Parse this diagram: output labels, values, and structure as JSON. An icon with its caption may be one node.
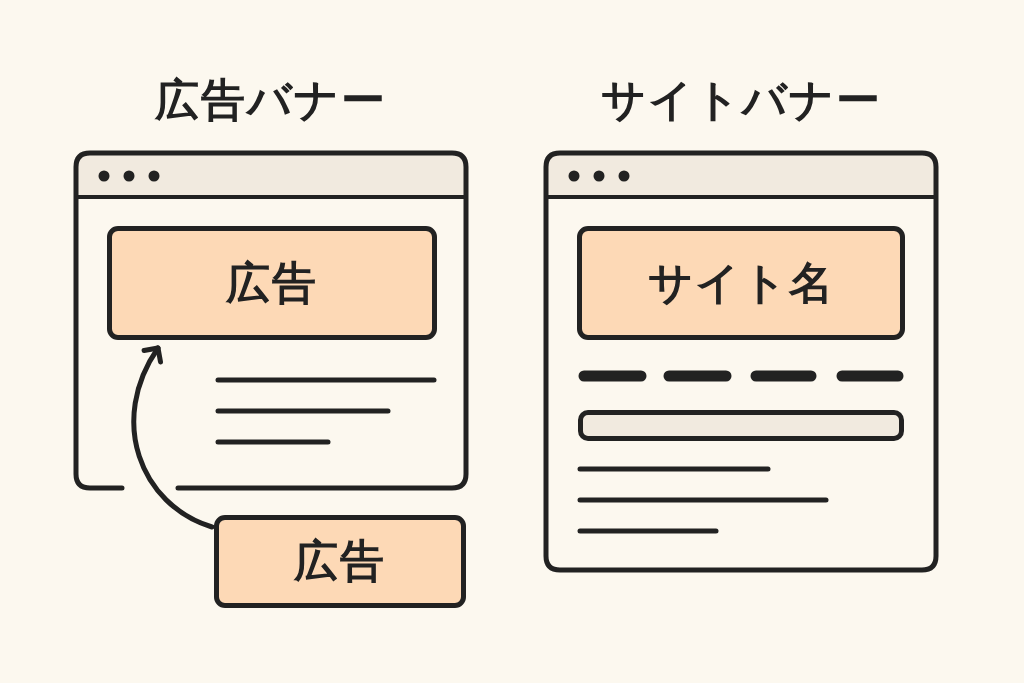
{
  "diagram": {
    "nodes": [
      {
        "text": [
          "広告バナー"
        ]
      },
      {
        "text": [
          "広告"
        ],
        "in": 0
      },
      {
        "text": [
          "広告"
        ]
      },
      {
        "text": [
          "サイトバナー"
        ]
      },
      {
        "text": [
          "サイト名"
        ],
        "in": 3
      },
      {
        "text": [],
        "shape": "box",
        "in": 3
      }
    ],
    "edges": [
      {
        "from": 2,
        "to": 1,
        "arrow": "to"
      }
    ]
  }
}
